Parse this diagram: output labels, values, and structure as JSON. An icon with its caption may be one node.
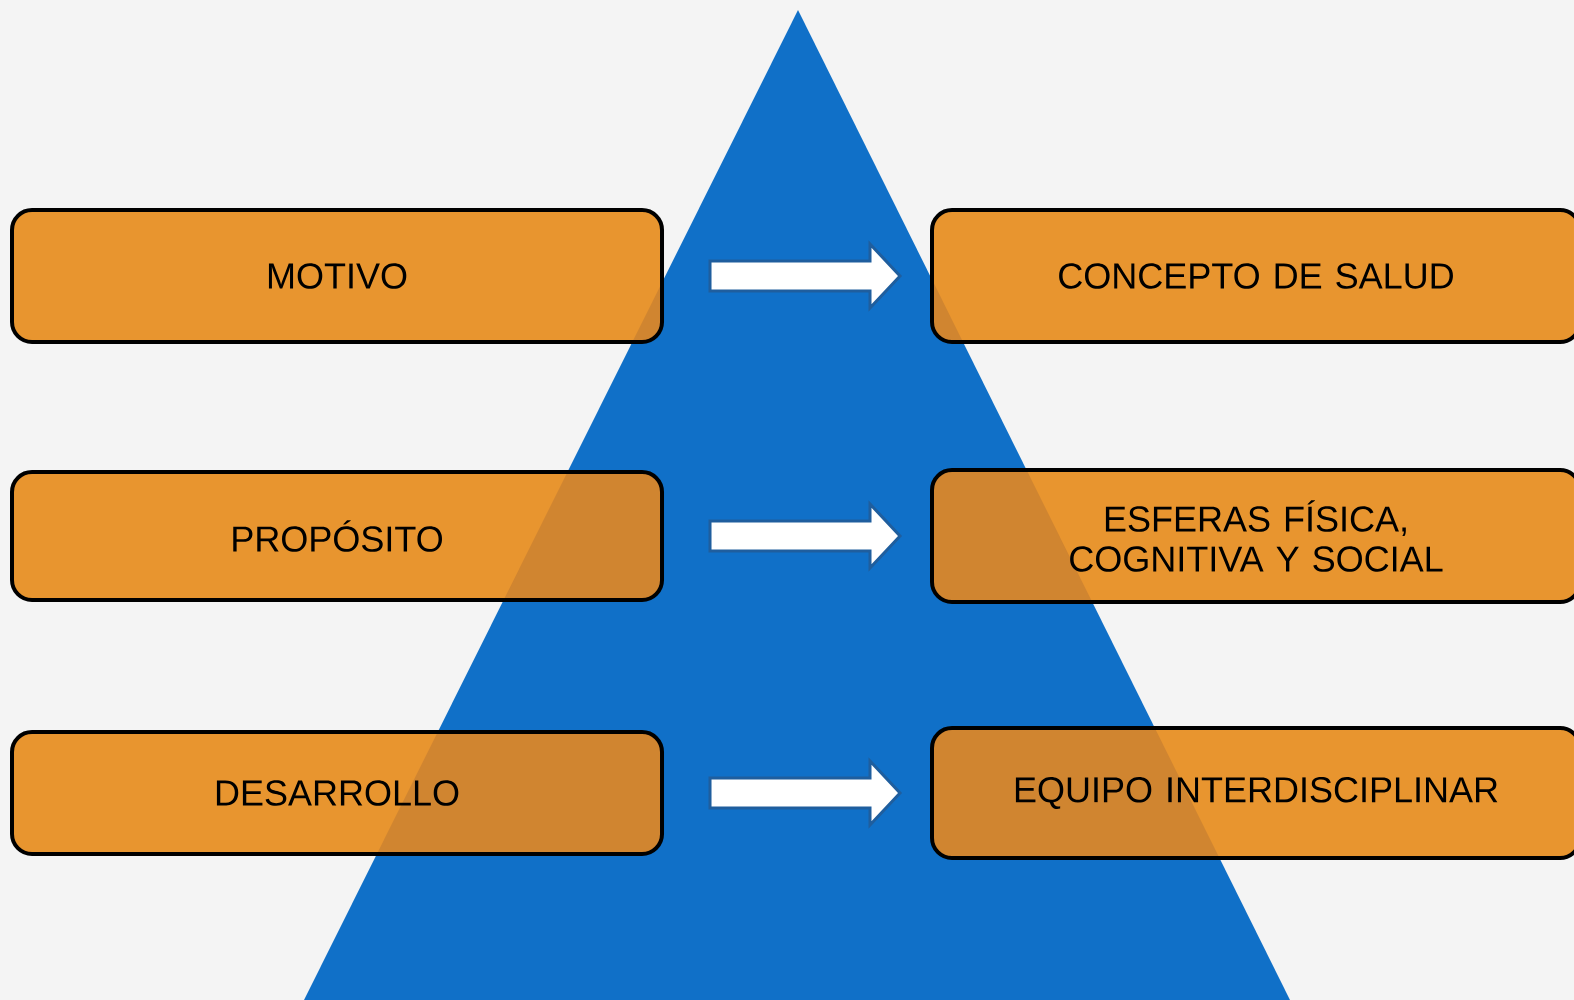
{
  "diagram": {
    "nodes": [
      {
        "text": [
          "MOTIVO"
        ]
      },
      {
        "text": [
          "CONCEPTO DE SALUD"
        ]
      },
      {
        "text": [
          "PROPÓSITO"
        ]
      },
      {
        "text": [
          "ESFERAS FÍSICA, COGNITIVA Y SOCIAL"
        ]
      },
      {
        "text": [
          "DESARROLLO"
        ]
      },
      {
        "text": [
          "EQUIPO INTERDISCIPLINAR"
        ]
      }
    ],
    "edges": [
      {
        "from": 0,
        "to": 1,
        "arrow": "to"
      },
      {
        "from": 2,
        "to": 3,
        "arrow": "to"
      },
      {
        "from": 4,
        "to": 5,
        "arrow": "to"
      }
    ]
  }
}
